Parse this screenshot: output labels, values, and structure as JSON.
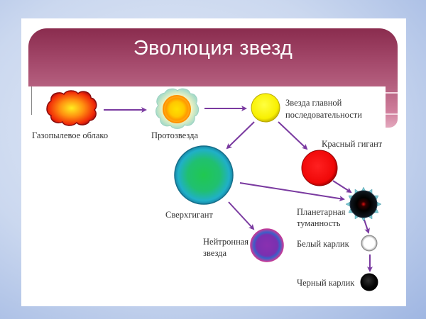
{
  "slide": {
    "title": "Эволюция звезд",
    "colors": {
      "header": "#8a2c4e",
      "arrow": "#7a3aa0",
      "background": "#cbd8ef"
    }
  },
  "diagram": {
    "nodes": [
      {
        "id": "gas-dust-cloud",
        "label": "Газопылевое облако",
        "color": "#f04010"
      },
      {
        "id": "protostar",
        "label": "Протозвезда",
        "color": "#ffa500"
      },
      {
        "id": "main-sequence-star",
        "label_line1": "Звезда главной",
        "label_line2": "последовательности",
        "color": "#ffff00"
      },
      {
        "id": "red-giant",
        "label": "Красный гигант",
        "color": "#ff1010"
      },
      {
        "id": "supergiant",
        "label": "Сверхгигант",
        "color": "#20c060"
      },
      {
        "id": "planetary-nebula",
        "label_line1": "Планетарная",
        "label_line2": "туманность",
        "color": "#000000"
      },
      {
        "id": "neutron-star",
        "label_line1": "Нейтронная",
        "label_line2": "звезда",
        "color": "#8030b0"
      },
      {
        "id": "white-dwarf",
        "label": "Белый карлик",
        "color": "#ffffff"
      },
      {
        "id": "black-dwarf",
        "label": "Черный карлик",
        "color": "#000000"
      }
    ],
    "edges": [
      [
        "gas-dust-cloud",
        "protostar"
      ],
      [
        "protostar",
        "main-sequence-star"
      ],
      [
        "main-sequence-star",
        "supergiant"
      ],
      [
        "main-sequence-star",
        "red-giant"
      ],
      [
        "supergiant",
        "planetary-nebula"
      ],
      [
        "supergiant",
        "neutron-star"
      ],
      [
        "red-giant",
        "planetary-nebula"
      ],
      [
        "planetary-nebula",
        "white-dwarf"
      ],
      [
        "white-dwarf",
        "black-dwarf"
      ]
    ]
  }
}
